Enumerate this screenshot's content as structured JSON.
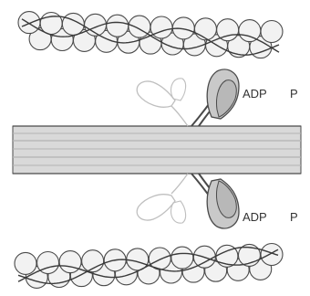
{
  "heads": [
    {
      "adp": "ADP",
      "pi": "P"
    },
    {
      "adp": "ADP",
      "pi": "P"
    }
  ],
  "colors": {
    "stroke": "#4a4a4a",
    "bead_fill": "#f2f2f2",
    "strand": "#3a3a3a",
    "rod_fill": "#d9d9d9",
    "rod_line": "#b3b3b3",
    "head_fill": "#c9c9c9",
    "ghost_stroke": "#bfbfbf"
  }
}
